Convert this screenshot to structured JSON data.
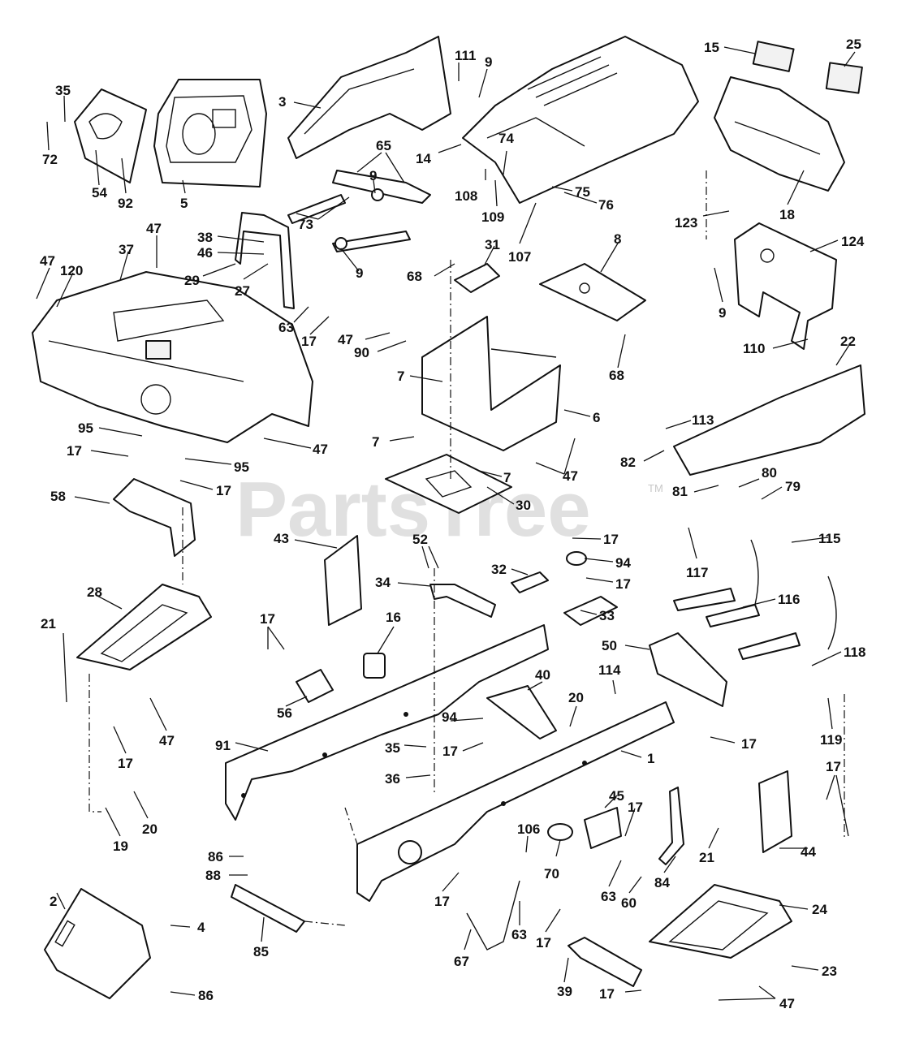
{
  "watermark": {
    "text": "PartsTree",
    "mark": "TM"
  },
  "callouts": [
    {
      "id": "c-35a",
      "label": "35"
    },
    {
      "id": "c-72",
      "label": "72"
    },
    {
      "id": "c-54",
      "label": "54"
    },
    {
      "id": "c-92",
      "label": "92"
    },
    {
      "id": "c-5",
      "label": "5"
    },
    {
      "id": "c-3",
      "label": "3"
    },
    {
      "id": "c-111",
      "label": "111"
    },
    {
      "id": "c-9a",
      "label": "9"
    },
    {
      "id": "c-14",
      "label": "14"
    },
    {
      "id": "c-15",
      "label": "15"
    },
    {
      "id": "c-25",
      "label": "25"
    },
    {
      "id": "c-18",
      "label": "18"
    },
    {
      "id": "c-65",
      "label": "65"
    },
    {
      "id": "c-9b",
      "label": "9"
    },
    {
      "id": "c-73",
      "label": "73"
    },
    {
      "id": "c-9c",
      "label": "9"
    },
    {
      "id": "c-74",
      "label": "74"
    },
    {
      "id": "c-108",
      "label": "108"
    },
    {
      "id": "c-109",
      "label": "109"
    },
    {
      "id": "c-75",
      "label": "75"
    },
    {
      "id": "c-76",
      "label": "76"
    },
    {
      "id": "c-107",
      "label": "107"
    },
    {
      "id": "c-123",
      "label": "123"
    },
    {
      "id": "c-124",
      "label": "124"
    },
    {
      "id": "c-9d",
      "label": "9"
    },
    {
      "id": "c-110",
      "label": "110"
    },
    {
      "id": "c-47a",
      "label": "47"
    },
    {
      "id": "c-38",
      "label": "38"
    },
    {
      "id": "c-46",
      "label": "46"
    },
    {
      "id": "c-29",
      "label": "29"
    },
    {
      "id": "c-27",
      "label": "27"
    },
    {
      "id": "c-63a",
      "label": "63"
    },
    {
      "id": "c-17a",
      "label": "17"
    },
    {
      "id": "c-47b",
      "label": "47"
    },
    {
      "id": "c-120",
      "label": "120"
    },
    {
      "id": "c-37",
      "label": "37"
    },
    {
      "id": "c-31",
      "label": "31"
    },
    {
      "id": "c-68a",
      "label": "68"
    },
    {
      "id": "c-8",
      "label": "8"
    },
    {
      "id": "c-68b",
      "label": "68"
    },
    {
      "id": "c-47c",
      "label": "47"
    },
    {
      "id": "c-90",
      "label": "90"
    },
    {
      "id": "c-7a",
      "label": "7"
    },
    {
      "id": "c-6",
      "label": "6"
    },
    {
      "id": "c-22",
      "label": "22"
    },
    {
      "id": "c-95a",
      "label": "95"
    },
    {
      "id": "c-47d",
      "label": "47"
    },
    {
      "id": "c-17b",
      "label": "17"
    },
    {
      "id": "c-95b",
      "label": "95"
    },
    {
      "id": "c-7b",
      "label": "7"
    },
    {
      "id": "c-7c",
      "label": "7"
    },
    {
      "id": "c-47e",
      "label": "47"
    },
    {
      "id": "c-113",
      "label": "113"
    },
    {
      "id": "c-82",
      "label": "82"
    },
    {
      "id": "c-80",
      "label": "80"
    },
    {
      "id": "c-81",
      "label": "81"
    },
    {
      "id": "c-79",
      "label": "79"
    },
    {
      "id": "c-58",
      "label": "58"
    },
    {
      "id": "c-17c",
      "label": "17"
    },
    {
      "id": "c-30",
      "label": "30"
    },
    {
      "id": "c-43",
      "label": "43"
    },
    {
      "id": "c-52",
      "label": "52"
    },
    {
      "id": "c-17d",
      "label": "17"
    },
    {
      "id": "c-115",
      "label": "115"
    },
    {
      "id": "c-94a",
      "label": "94"
    },
    {
      "id": "c-117",
      "label": "117"
    },
    {
      "id": "c-32",
      "label": "32"
    },
    {
      "id": "c-34",
      "label": "34"
    },
    {
      "id": "c-17e",
      "label": "17"
    },
    {
      "id": "c-28",
      "label": "28"
    },
    {
      "id": "c-33",
      "label": "33"
    },
    {
      "id": "c-116",
      "label": "116"
    },
    {
      "id": "c-21a",
      "label": "21"
    },
    {
      "id": "c-16",
      "label": "16"
    },
    {
      "id": "c-17f",
      "label": "17"
    },
    {
      "id": "c-50",
      "label": "50"
    },
    {
      "id": "c-118",
      "label": "118"
    },
    {
      "id": "c-114",
      "label": "114"
    },
    {
      "id": "c-40",
      "label": "40"
    },
    {
      "id": "c-20a",
      "label": "20"
    },
    {
      "id": "c-56",
      "label": "56"
    },
    {
      "id": "c-47f",
      "label": "47"
    },
    {
      "id": "c-94b",
      "label": "94"
    },
    {
      "id": "c-119",
      "label": "119"
    },
    {
      "id": "c-91",
      "label": "91"
    },
    {
      "id": "c-35b",
      "label": "35"
    },
    {
      "id": "c-17g",
      "label": "17"
    },
    {
      "id": "c-17h",
      "label": "17"
    },
    {
      "id": "c-17i",
      "label": "17"
    },
    {
      "id": "c-1",
      "label": "1"
    },
    {
      "id": "c-36",
      "label": "36"
    },
    {
      "id": "c-17j",
      "label": "17"
    },
    {
      "id": "c-45",
      "label": "45"
    },
    {
      "id": "c-17k",
      "label": "17"
    },
    {
      "id": "c-20b",
      "label": "20"
    },
    {
      "id": "c-19",
      "label": "19"
    },
    {
      "id": "c-106",
      "label": "106"
    },
    {
      "id": "c-21b",
      "label": "21"
    },
    {
      "id": "c-44",
      "label": "44"
    },
    {
      "id": "c-70",
      "label": "70"
    },
    {
      "id": "c-84",
      "label": "84"
    },
    {
      "id": "c-86a",
      "label": "86"
    },
    {
      "id": "c-63b",
      "label": "63"
    },
    {
      "id": "c-60",
      "label": "60"
    },
    {
      "id": "c-88",
      "label": "88"
    },
    {
      "id": "c-17l",
      "label": "17"
    },
    {
      "id": "c-2",
      "label": "2"
    },
    {
      "id": "c-24",
      "label": "24"
    },
    {
      "id": "c-4",
      "label": "4"
    },
    {
      "id": "c-63c",
      "label": "63"
    },
    {
      "id": "c-17m",
      "label": "17"
    },
    {
      "id": "c-85",
      "label": "85"
    },
    {
      "id": "c-67",
      "label": "67"
    },
    {
      "id": "c-23",
      "label": "23"
    },
    {
      "id": "c-39",
      "label": "39"
    },
    {
      "id": "c-17n",
      "label": "17"
    },
    {
      "id": "c-47g",
      "label": "47"
    },
    {
      "id": "c-86b",
      "label": "86"
    }
  ]
}
